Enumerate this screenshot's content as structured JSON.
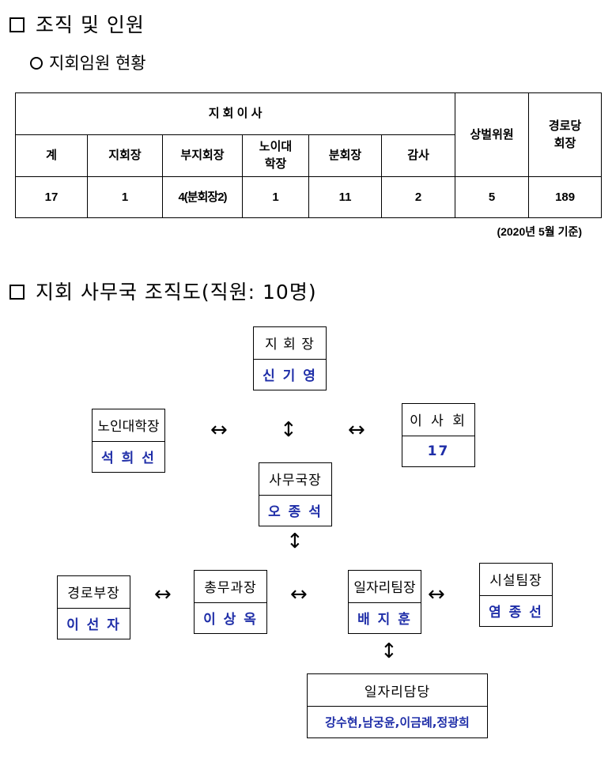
{
  "section1": {
    "heading": "조직 및 인원",
    "subheading": "지회임원 현황",
    "table": {
      "group_header": "지 회 이 사",
      "col_standing": "상벌위원",
      "col_senior_center": "경로당\n회장",
      "columns": [
        "계",
        "지회장",
        "부지회장",
        "노이대\n학장",
        "분회장",
        "감사"
      ],
      "values": [
        "17",
        "1",
        "4(분회장2)",
        "1",
        "11",
        "2",
        "5",
        "189"
      ]
    },
    "basis_note": "(2020년 5월 기준)"
  },
  "section2": {
    "heading": "지회 사무국 조직도(직원: 10명)",
    "boxes": {
      "chairman": {
        "title": "지 회 장",
        "name": "신 기 영"
      },
      "senior_college": {
        "title": "노인대학장",
        "name": "석 희 선"
      },
      "board": {
        "title": "이 사 회",
        "name": "17"
      },
      "secretary_general": {
        "title": "사무국장",
        "name": "오 종 석"
      },
      "elderly_dept": {
        "title": "경로부장",
        "name": "이 선 자"
      },
      "general_affairs": {
        "title": "총무과장",
        "name": "이 상 옥"
      },
      "jobs_team": {
        "title": "일자리팀장",
        "name": "배 지 훈"
      },
      "facilities_team": {
        "title": "시설팀장",
        "name": "염 종 선"
      },
      "jobs_staff": {
        "title": "일자리담당",
        "name": "강수현,남궁윤,이금례,정광희"
      }
    },
    "arrows": {
      "horizontal": "↔",
      "vertical": "↕"
    }
  }
}
